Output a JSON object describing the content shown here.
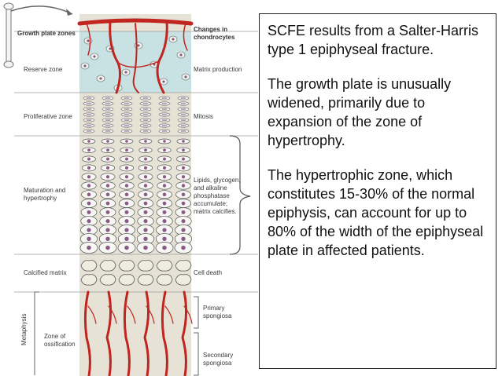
{
  "diagram": {
    "header_left": "Growth plate zones",
    "header_right": [
      "Changes in",
      "chondrocytes"
    ],
    "zones": [
      {
        "left": [
          "Reserve zone"
        ],
        "right": [
          "Matrix production"
        ]
      },
      {
        "left": [
          "Proliferative zone"
        ],
        "right": [
          "Mitosis"
        ]
      },
      {
        "left": [
          "Maturation and",
          "hypertrophy"
        ],
        "right": [
          "Lipids, glycogen,",
          "and alkaline",
          "phosphatase",
          "accumulate;",
          "matrix calcifies."
        ]
      },
      {
        "left": [
          "Calcified matrix"
        ],
        "right": [
          "Cell death"
        ]
      }
    ],
    "metaphysis_label": "Metaphysis",
    "ossification_label": [
      "Zone of",
      "ossification"
    ],
    "spongiosa": [
      [
        "Primary",
        "spongiosa"
      ],
      [
        "Secondary",
        "spongiosa"
      ]
    ]
  },
  "text_panel": {
    "paragraphs": [
      "SCFE results from a Salter-Harris type 1 epiphyseal fracture.",
      "The growth plate is unusually widened, primarily due to expansion of the zone of hypertrophy.",
      "The hypertrophic zone, which constitutes 15-30% of the normal epiphysis, can account for up to 80% of the width of the epiphyseal plate in affected patients."
    ]
  },
  "colors": {
    "background": "#ffffff",
    "column": "#e6e2d6",
    "reserve": "#c8e2e4",
    "vessel": "#c0251f",
    "nucleus": "#8a5a86",
    "divider": "#9c9c9c"
  }
}
